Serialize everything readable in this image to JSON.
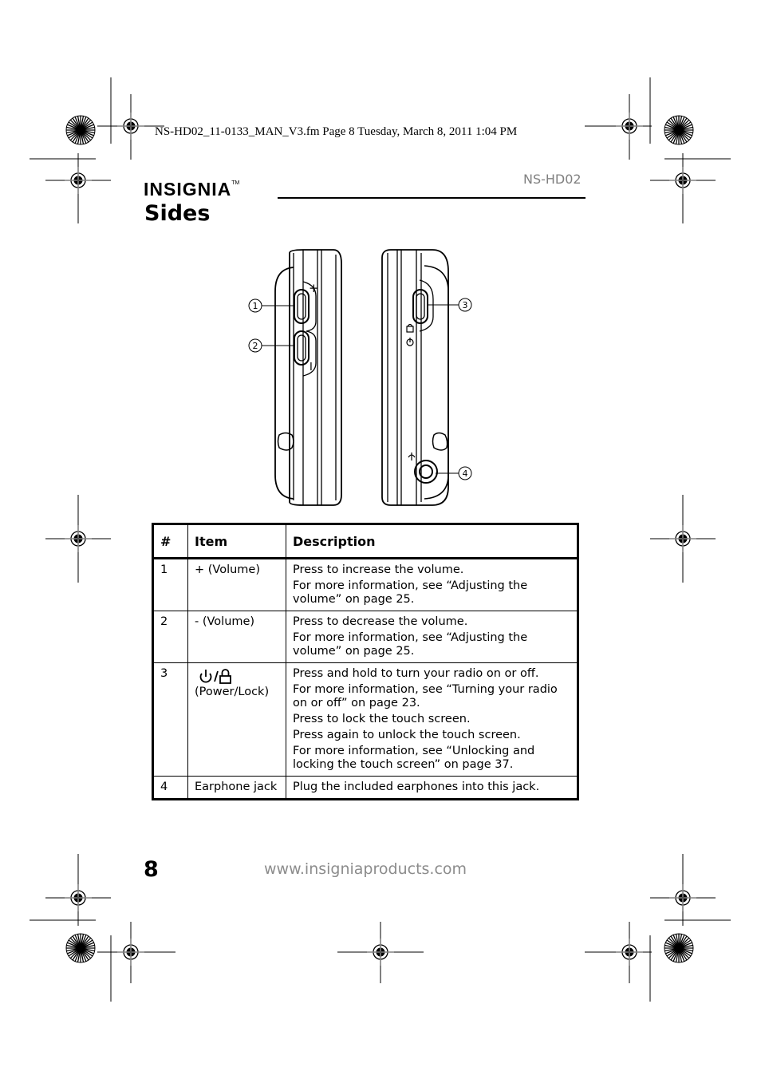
{
  "slug_line": "NS-HD02_11-0133_MAN_V3.fm  Page 8  Tuesday, March 8, 2011  1:04 PM",
  "header": {
    "logo_text": "INSIGNIA",
    "logo_tm": "TM",
    "model": "NS-HD02",
    "title": "Sides"
  },
  "figure": {
    "callouts": [
      "1",
      "2",
      "3",
      "4"
    ],
    "plus_mark": "+",
    "minus_mark": "I"
  },
  "table": {
    "headers": [
      "#",
      "Item",
      "Description"
    ],
    "rows": [
      {
        "num": "1",
        "item": "+ (Volume)",
        "desc": [
          "Press to increase the volume.",
          "For more information, see “Adjusting the volume” on page 25."
        ]
      },
      {
        "num": "2",
        "item": "- (Volume)",
        "desc": [
          "Press to decrease the volume.",
          "For more information, see “Adjusting the volume” on page 25."
        ]
      },
      {
        "num": "3",
        "item_icon": "power-lock-icon",
        "item": "(Power/Lock)",
        "desc": [
          "Press and hold to turn your radio on or off.",
          "For more information, see “Turning your radio on or off” on page 23.",
          "Press to lock the touch screen.",
          "Press again to unlock the touch screen.",
          "For more information, see “Unlocking and locking the touch screen” on page 37."
        ]
      },
      {
        "num": "4",
        "item": "Earphone jack",
        "desc": [
          "Plug the included earphones into this jack."
        ]
      }
    ]
  },
  "footer": {
    "page_number": "8",
    "url": "www.insigniaproducts.com"
  }
}
